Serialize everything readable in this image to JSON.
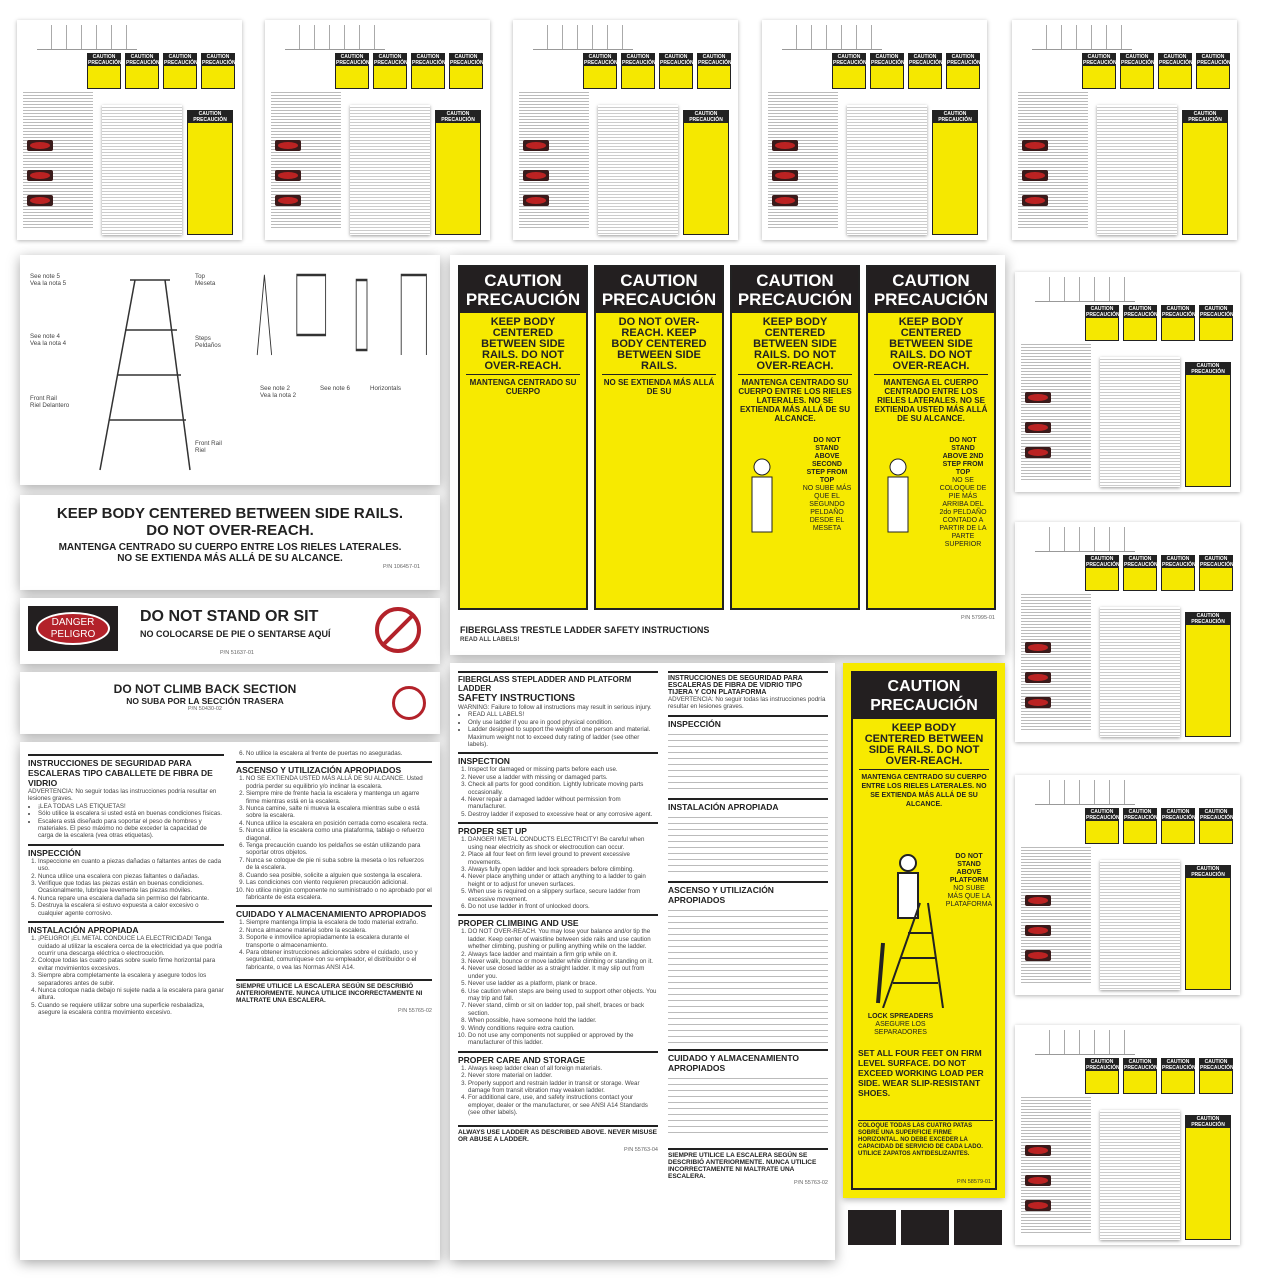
{
  "thumbnail": {
    "caution": "CAUTION",
    "precaucion": "PRECAUCIÓN",
    "count": 9
  },
  "diagram_sheet": {
    "callouts": [
      "See note 5",
      "Vea la nota 5",
      "Top",
      "Meseta",
      "See note 4",
      "Vea la nota 4",
      "Steps",
      "Peldaños",
      "Front Rail",
      "Riel Delantero",
      "Front Rail",
      "Riel",
      "See note 2",
      "Vea la nota 2",
      "See note 6",
      "Horizontals"
    ]
  },
  "caution_strip": {
    "labels": [
      {
        "head1": "CAUTION",
        "head2": "PRECAUCIÓN",
        "en": "KEEP BODY CENTERED BETWEEN SIDE RAILS. DO NOT OVER-REACH.",
        "es": "MANTENGA CENTRADO SU CUERPO"
      },
      {
        "head1": "CAUTION",
        "head2": "PRECAUCIÓN",
        "en": "DO NOT OVER-REACH. KEEP BODY CENTERED BETWEEN SIDE RAILS.",
        "es": "NO SE EXTIENDA MÁS ALLÁ DE SU"
      },
      {
        "head1": "CAUTION",
        "head2": "PRECAUCIÓN",
        "en": "KEEP BODY CENTERED BETWEEN SIDE RAILS. DO NOT OVER-REACH.",
        "es": "MANTENGA CENTRADO SU CUERPO ENTRE LOS RIELES LATERALES. NO SE EXTIENDA MÁS ALLÁ DE SU ALCANCE.",
        "side_en": "DO NOT STAND ABOVE SECOND STEP FROM TOP",
        "side_es": "NO SUBE MÁS QUE EL SEGUNDO PELDAÑO DESDE EL MESETA"
      },
      {
        "head1": "CAUTION",
        "head2": "PRECAUCIÓN",
        "en": "KEEP BODY CENTERED BETWEEN SIDE RAILS. DO NOT OVER-REACH.",
        "es": "MANTENGA EL CUERPO CENTRADO ENTRE LOS RIELES LATERALES. NO SE EXTIENDA USTED MÁS ALLÁ DE SU ALCANCE.",
        "side_en": "DO NOT STAND ABOVE 2ND STEP FROM TOP",
        "side_es": "NO SE COLOQUE DE PIE MÁS ARRIBA DEL 2do PELDAÑO CONTADO A PARTIR DE LA PARTE SUPERIOR"
      }
    ],
    "pn": "P/N 57995-01"
  },
  "banner": {
    "line1": "KEEP BODY CENTERED BETWEEN SIDE RAILS.",
    "line2": "DO NOT OVER-REACH.",
    "line3": "MANTENGA CENTRADO SU CUERPO ENTRE LOS RIELES LATERALES.",
    "line4": "NO SE EXTIENDA MÁS ALLÁ DE SU ALCANCE.",
    "pn": "P/N 106457-01"
  },
  "danger_label": {
    "danger": "DANGER",
    "peligro": "PELIGRO",
    "title": "DO NOT STAND OR SIT",
    "subtitle": "NO COLOCARSE DE PIE O SENTARSE AQUÍ",
    "pn": "P/N 51637-01"
  },
  "back_section_label": {
    "title": "DO NOT CLIMB BACK SECTION",
    "subtitle": "NO SUBA POR LA SECCIÓN TRASERA",
    "pn": "P/N 50430-02"
  },
  "spanish_sheet": {
    "title": "INSTRUCCIONES DE SEGURIDAD PARA ESCALERAS TIPO CABALLETE DE FIBRA DE VIDRIO",
    "warning": "ADVERTENCIA: No seguir todas las instrucciones podría resultar en lesiones graves.",
    "bullets": [
      "¡LEA TODAS LAS ETIQUETAS!",
      "Sólo utilice la escalera si usted está en buenas condiciones físicas.",
      "Escalera está diseñado para soportar el peso de hombres y materiales. El peso máximo no debe exceder la capacidad de carga de la escalera (vea otras etiquetas)."
    ],
    "sections": [
      {
        "heading": "INSPECCIÓN",
        "items": [
          "Inspeccione en cuanto a piezas dañadas o faltantes antes de cada uso.",
          "Nunca utilice una escalera con piezas faltantes o dañadas.",
          "Verifique que todas las piezas están en buenas condiciones. Ocasionalmente, lubrique levemente las piezas móviles.",
          "Nunca repare una escalera dañada sin permiso del fabricante.",
          "Destruya la escalera si estuvo expuesta a calor excesivo o cualquier agente corrosivo."
        ]
      },
      {
        "heading": "INSTALACIÓN APROPIADA",
        "items": [
          "¡PELIGRO! ¡EL METAL CONDUCE LA ELECTRICIDAD! Tenga cuidado al utilizar la escalera cerca de la electricidad ya que podría ocurrir una descarga eléctrica o electrocución.",
          "Coloque todas las cuatro patas sobre suelo firme horizontal para evitar movimientos excesivos.",
          "Siempre abra completamente la escalera y asegure todos los separadores antes de subir.",
          "Nunca coloque nada debajo ni sujete nada a la escalera para ganar altura.",
          "Cuando se requiere utilizar sobre una superficie resbaladiza, asegure la escalera contra movimiento excesivo.",
          "No utilice la escalera al frente de puertas no aseguradas."
        ]
      },
      {
        "heading": "ASCENSO Y UTILIZACIÓN APROPIADOS",
        "items": [
          "NO SE EXTIENDA USTED MÁS ALLÁ DE SU ALCANCE. Usted podría perder su equilibrio y/o inclinar la escalera.",
          "Siempre mire de frente hacia la escalera y mantenga un agarre firme mientras está en la escalera.",
          "Nunca camine, salte ni mueva la escalera mientras sube o está sobre la escalera.",
          "Nunca utilice la escalera en posición cerrada como escalera recta.",
          "Nunca utilice la escalera como una plataforma, tablajo o refuerzo diagonal.",
          "Tenga precaución cuando los peldaños se están utilizando para soportar otros objetos.",
          "Nunca se coloque de pie ni suba sobre la meseta o los refuerzos de la escalera.",
          "Cuando sea posible, solicite a alguien que sostenga la escalera.",
          "Las condiciones con viento requieren precaución adicional.",
          "No utilice ningún componente no suministrado o no aprobado por el fabricante de esta escalera."
        ]
      },
      {
        "heading": "CUIDADO Y ALMACENAMIENTO APROPIADOS",
        "items": [
          "Siempre mantenga limpia la escalera de todo material extraño.",
          "Nunca almacene material sobre la escalera.",
          "Soporte e inmovilice apropiadamente la escalera durante el transporte o almacenamiento.",
          "Para obtener instrucciones adicionales sobre el cuidado, uso y seguridad, comuníquese con su empleador, el distribuidor o el fabricante, o vea las Normas ANSI A14."
        ]
      }
    ],
    "footer": "SIEMPRE UTILICE LA ESCALERA SEGÚN SE DESCRIBIÓ ANTERIORMENTE. NUNCA UTILICE INCORRECTAMENTE NI MALTRATE UNA ESCALERA.",
    "pn": "P/N 55765-02"
  },
  "english_sheet": {
    "title1": "FIBERGLASS STEPLADDER AND PLATFORM LADDER",
    "title2": "SAFETY INSTRUCTIONS",
    "warning": "WARNING: Failure to follow all instructions may result in serious injury.",
    "bullets": [
      "READ ALL LABELS!",
      "Only use ladder if you are in good physical condition.",
      "Ladder designed to support the weight of one person and material. Maximum weight not to exceed duty rating of ladder (see other labels)."
    ],
    "sections": [
      {
        "heading": "INSPECTION",
        "items": [
          "Inspect for damaged or missing parts before each use.",
          "Never use a ladder with missing or damaged parts.",
          "Check all parts for good condition. Lightly lubricate moving parts occasionally.",
          "Never repair a damaged ladder without permission from manufacturer.",
          "Destroy ladder if exposed to excessive heat or any corrosive agent."
        ]
      },
      {
        "heading": "PROPER SET UP",
        "items": [
          "DANGER! METAL CONDUCTS ELECTRICITY! Be careful when using near electricity as shock or electrocution can occur.",
          "Place all four feet on firm level ground to prevent excessive movements.",
          "Always fully open ladder and lock spreaders before climbing.",
          "Never place anything under or attach anything to a ladder to gain height or to adjust for uneven surfaces.",
          "When use is required on a slippery surface, secure ladder from excessive movement.",
          "Do not use ladder in front of unlocked doors."
        ]
      },
      {
        "heading": "PROPER CLIMBING AND USE",
        "items": [
          "DO NOT OVER-REACH. You may lose your balance and/or tip the ladder. Keep center of waistline between side rails and use caution whether climbing, pushing or pulling anything while on the ladder.",
          "Always face ladder and maintain a firm grip while on it.",
          "Never walk, bounce or move ladder while climbing or standing on it.",
          "Never use closed ladder as a straight ladder. It may slip out from under you.",
          "Never use ladder as a platform, plank or brace.",
          "Use caution when steps are being used to support other objects. You may trip and fall.",
          "Never stand, climb or sit on ladder top, pail shelf, braces or back section.",
          "When possible, have someone hold the ladder.",
          "Windy conditions require extra caution.",
          "Do not use any components not supplied or approved by the manufacturer of this ladder."
        ]
      },
      {
        "heading": "PROPER CARE AND STORAGE",
        "items": [
          "Always keep ladder clean of all foreign materials.",
          "Never store material on ladder.",
          "Properly support and restrain ladder in transit or storage. Wear damage from transit vibration may weaken ladder.",
          "For additional care, use, and safety instructions contact your employer, dealer or the manufacturer, or see ANSI A14 Standards (see other labels)."
        ]
      }
    ],
    "footer": "ALWAYS USE LADDER AS DESCRIBED ABOVE. NEVER MISUSE OR ABUSE A LADDER.",
    "pn": "P/N 55763-04"
  },
  "spanish_sheet_2": {
    "title": "INSTRUCCIONES DE SEGURIDAD PARA ESCALERAS DE FIBRA DE VIDRIO TIPO TIJERA Y CON PLATAFORMA",
    "warning": "ADVERTENCIA: No seguir todas las instrucciones podría resultar en lesiones graves.",
    "headings": [
      "INSPECCIÓN",
      "INSTALACIÓN APROPIADA",
      "ASCENSO Y UTILIZACIÓN APROPIADOS",
      "CUIDADO Y ALMACENAMIENTO APROPIADOS"
    ],
    "footer": "SIEMPRE UTILICE LA ESCALERA SEGÚN SE DESCRIBIÓ ANTERIORMENTE. NUNCA UTILICE INCORRECTAMENTE NI MALTRATE UNA ESCALERA.",
    "pn": "P/N 55763-02"
  },
  "trestle_sheet": {
    "title": "FIBERGLASS TRESTLE LADDER SAFETY INSTRUCTIONS",
    "bullet": "READ ALL LABELS!"
  },
  "yellow_label": {
    "head1": "CAUTION",
    "head2": "PRECAUCIÓN",
    "en": "KEEP BODY CENTERED BETWEEN SIDE RAILS. DO NOT OVER-REACH.",
    "es": "MANTENGA CENTRADO SU CUERPO ENTRE LOS RIELES LATERALES. NO SE EXTIENDA MÁS ALLÁ DE SU ALCANCE.",
    "platform_en": "DO NOT STAND ABOVE PLATFORM",
    "platform_es": "NO SUBE MÁS QUE LA PLATAFORMA",
    "spreaders_en": "LOCK SPREADERS",
    "spreaders_es": "ASEGURE LOS SEPARADORES",
    "feet_en": "SET ALL FOUR FEET ON FIRM LEVEL SURFACE. DO NOT EXCEED WORKING LOAD PER SIDE. WEAR SLIP-RESISTANT SHOES.",
    "feet_es": "COLOQUE TODAS LAS CUATRO PATAS SOBRE UNA SUPERFICIE FIRME HORIZONTAL. NO DEBE EXCEDER LA CAPACIDAD DE SERVICIO DE CADA LADO. UTILICE ZAPATOS ANTIDESLIZANTES.",
    "pn": "P/N 58579-01"
  },
  "colors": {
    "yellow": "#f7ea00",
    "black": "#231f20",
    "danger_red": "#b3222a"
  }
}
